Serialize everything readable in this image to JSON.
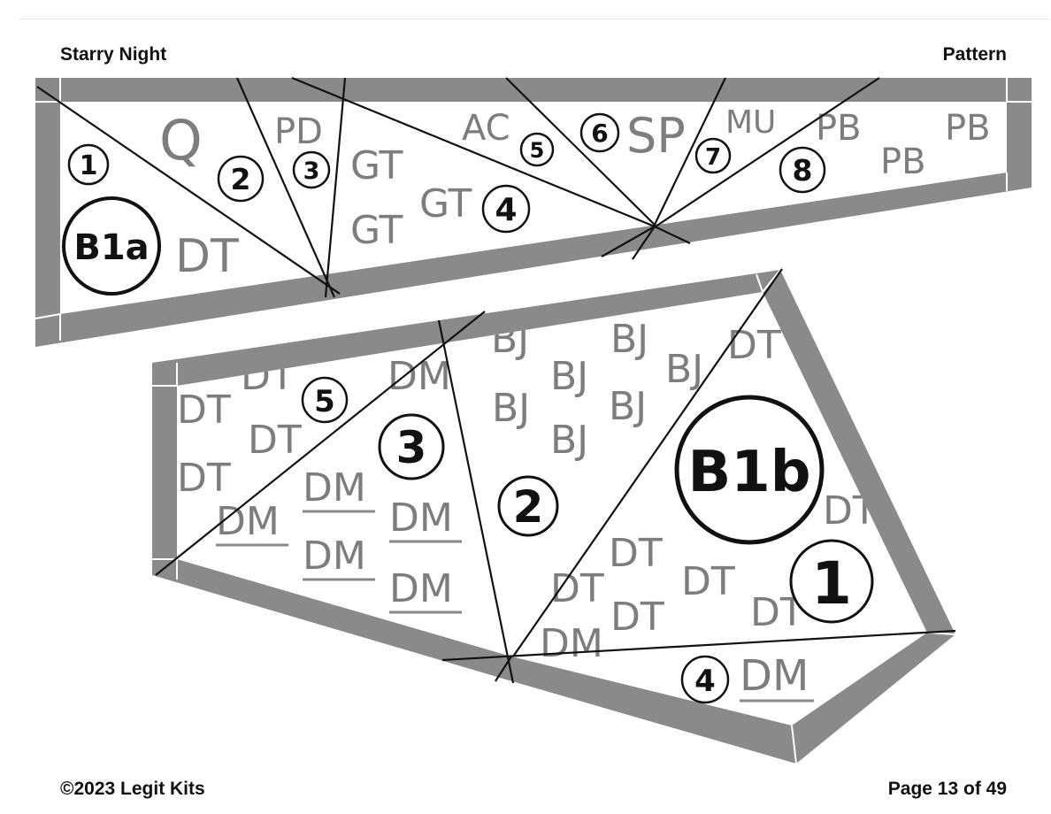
{
  "header": {
    "title": "Starry Night",
    "section": "Pattern"
  },
  "footer": {
    "copyright": "©2023 Legit Kits",
    "page": "Page 13 of 49"
  },
  "sections": {
    "b1a": {
      "label": "B1a",
      "pieces": [
        "1",
        "2",
        "3",
        "4",
        "5",
        "6",
        "7",
        "8"
      ],
      "colors": [
        "Q",
        "PD",
        "AC",
        "SP",
        "MU",
        "PB",
        "PB",
        "PB",
        "GT",
        "GT",
        "GT",
        "DT"
      ]
    },
    "b1b": {
      "label": "B1b",
      "pieces": [
        "5",
        "3",
        "2",
        "1",
        "4"
      ],
      "colors": [
        "DT",
        "DT",
        "DT",
        "DT",
        "DM",
        "DM",
        "DM",
        "DM",
        "DM",
        "DM",
        "BJ",
        "BJ",
        "BJ",
        "BJ",
        "BJ",
        "BJ",
        "BJ",
        "DT",
        "DT",
        "DT",
        "DT",
        "DT",
        "DT",
        "DT",
        "DM"
      ]
    }
  },
  "colors": {
    "border": "#8a8a8a",
    "label": "#7d7d7d",
    "line": "#111111"
  }
}
